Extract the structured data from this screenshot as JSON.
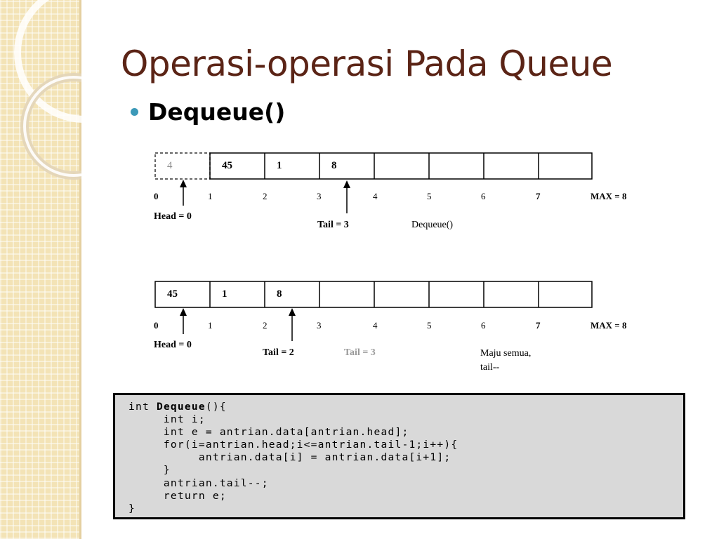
{
  "slide": {
    "title": "Operasi-operasi Pada Queue",
    "bullet": "Dequeue()"
  },
  "diagram1": {
    "cells": [
      "4",
      "45",
      "1",
      "8",
      "",
      "",
      "",
      ""
    ],
    "first_cell_dashed": true,
    "indices": [
      "0",
      "1",
      "2",
      "3",
      "4",
      "5",
      "6",
      "7"
    ],
    "max_label": "MAX = 8",
    "head_label": "Head = 0",
    "tail_label": "Tail = 3",
    "note": "Dequeue()"
  },
  "diagram2": {
    "cells": [
      "45",
      "1",
      "8",
      "",
      "",
      "",
      "",
      ""
    ],
    "indices": [
      "0",
      "1",
      "2",
      "3",
      "4",
      "5",
      "6",
      "7"
    ],
    "max_label": "MAX = 8",
    "head_label": "Head = 0",
    "tail_label": "Tail = 2",
    "old_tail_label": "Tail = 3",
    "note_line1": "Maju semua,",
    "note_line2": "tail--"
  },
  "code": {
    "line1_pre": "int ",
    "line1_fn": "Dequeue",
    "line1_post": "(){",
    "lines": [
      "     int i;",
      "     int e = antrian.data[antrian.head];",
      "     for(i=antrian.head;i<=antrian.tail-1;i++){",
      "          antrian.data[i] = antrian.data[i+1];",
      "     }",
      "     antrian.tail--;",
      "     return e;",
      "}"
    ]
  },
  "colors": {
    "title": "#5b2416",
    "bullet": "#3c99b8",
    "side_strip": "#f3e3b6",
    "code_bg": "#d9d9d9",
    "faded_text": "#9a9a9a"
  }
}
